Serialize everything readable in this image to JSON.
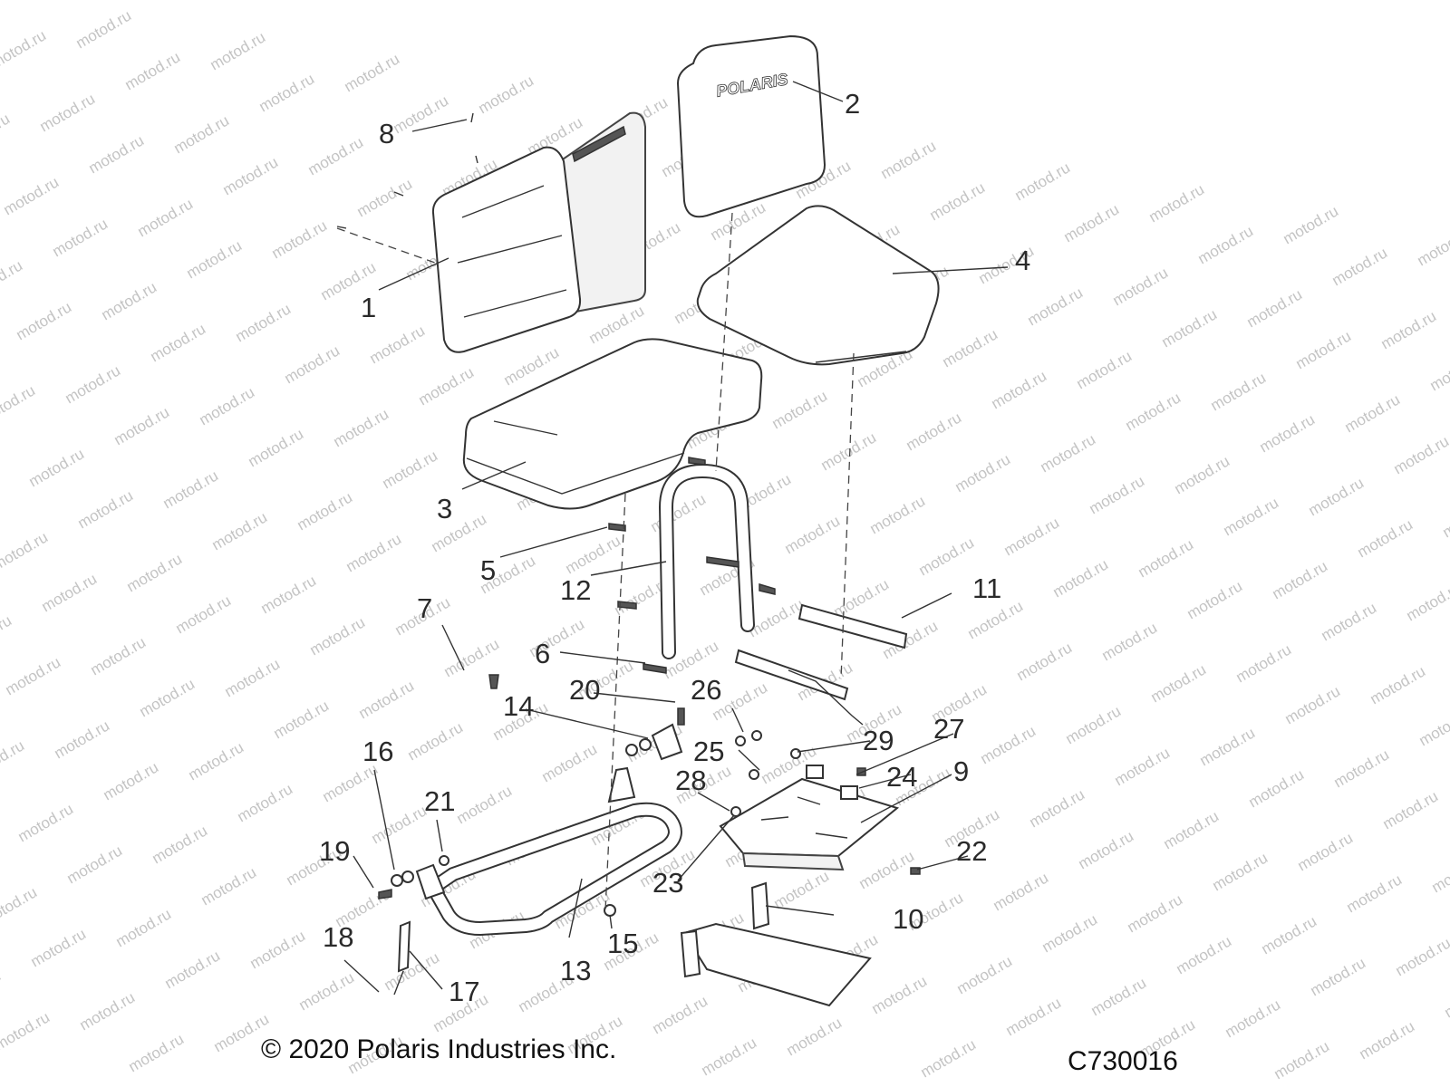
{
  "diagram": {
    "watermark": "motod.ru",
    "callouts": [
      "1",
      "2",
      "3",
      "4",
      "5",
      "6",
      "7",
      "8",
      "9",
      "10",
      "11",
      "12",
      "13",
      "14",
      "15",
      "16",
      "17",
      "18",
      "19",
      "20",
      "21",
      "22",
      "23",
      "24",
      "25",
      "26",
      "27",
      "28",
      "29"
    ],
    "brand_mark": "POLARIS",
    "footer": {
      "copyright": "© 2020 Polaris Industries Inc.",
      "figure_code": "C730016"
    },
    "colors": {
      "line": "#333333",
      "watermark": "#c4c4c4",
      "background": "#ffffff"
    }
  }
}
